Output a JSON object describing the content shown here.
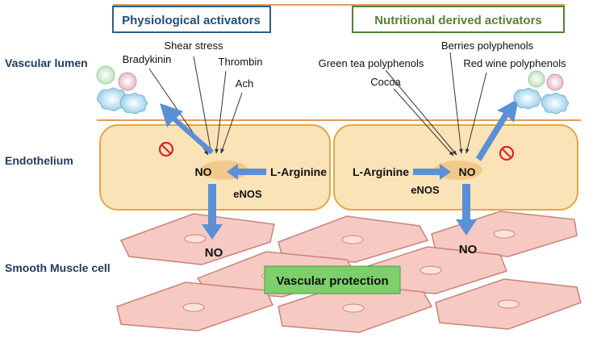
{
  "headers": {
    "physiological": "Physiological activators",
    "nutritional": "Nutritional derived activators"
  },
  "regions": {
    "lumen": "Vascular lumen",
    "endothelium": "Endothelium",
    "smooth_muscle": "Smooth Muscle cell"
  },
  "physiological_activators": [
    "Shear stress",
    "Bradykinin",
    "Thrombin",
    "Ach"
  ],
  "nutritional_activators": [
    "Berries polyphenols",
    "Green tea polyphenols",
    "Red wine polyphenols",
    "Cocoa"
  ],
  "left_cell": {
    "no": "NO",
    "substrate": "L-Arginine",
    "enzyme": "eNOS",
    "released": "NO"
  },
  "right_cell": {
    "no": "NO",
    "substrate": "L-Arginine",
    "enzyme": "eNOS",
    "released": "NO"
  },
  "protection_box": "Vascular protection",
  "colors": {
    "header_left_border": "#2e5c8a",
    "header_left_text": "#1f4e79",
    "header_right_border": "#548235",
    "header_right_text": "#548235",
    "endothelial_cell": "#fbe3b8",
    "endothelial_border": "#e0a845",
    "enos_blob": "#f2c98a",
    "smooth_muscle_cell": "#f7c9c3",
    "smooth_muscle_border": "#c9837a",
    "arrow": "#5b8fd6",
    "inhibit": "#d9232a",
    "protection_fill": "#7ccf6b",
    "separator": "#e49a5a"
  },
  "icons": [
    "inhibit-icon",
    "platelet-icon"
  ]
}
